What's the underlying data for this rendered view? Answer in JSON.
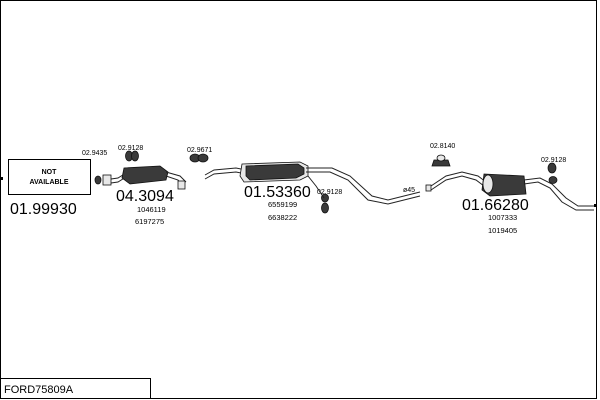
{
  "model_code": "FORD75809A",
  "front_section": {
    "status": "NOT\nAVAILABLE",
    "number": "01.99930"
  },
  "parts": [
    {
      "number": "04.3094",
      "refs": [
        "1046119",
        "6197275"
      ]
    },
    {
      "number": "01.53360",
      "refs": [
        "6559199",
        "6638222"
      ]
    },
    {
      "number": "01.66280",
      "refs": [
        "1007333",
        "1019405"
      ]
    }
  ],
  "accessories": [
    "02.9435",
    "02.9128",
    "02.9671",
    "02.9128",
    "02.8140",
    "02.9128"
  ],
  "pipe_dimension": "ø45"
}
